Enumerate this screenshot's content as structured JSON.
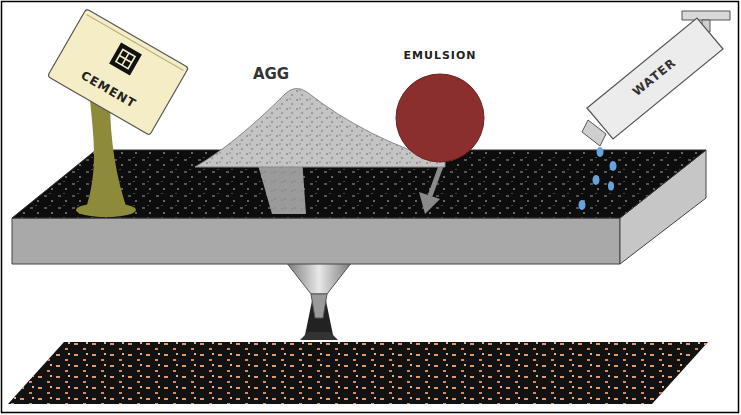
{
  "diagram": {
    "nodes": [
      {
        "text": [
          "CEMENT"
        ]
      },
      {
        "text": [
          "AGG"
        ]
      },
      {
        "text": [
          "EMULSION"
        ]
      },
      {
        "text": [
          "WATER"
        ]
      }
    ]
  }
}
